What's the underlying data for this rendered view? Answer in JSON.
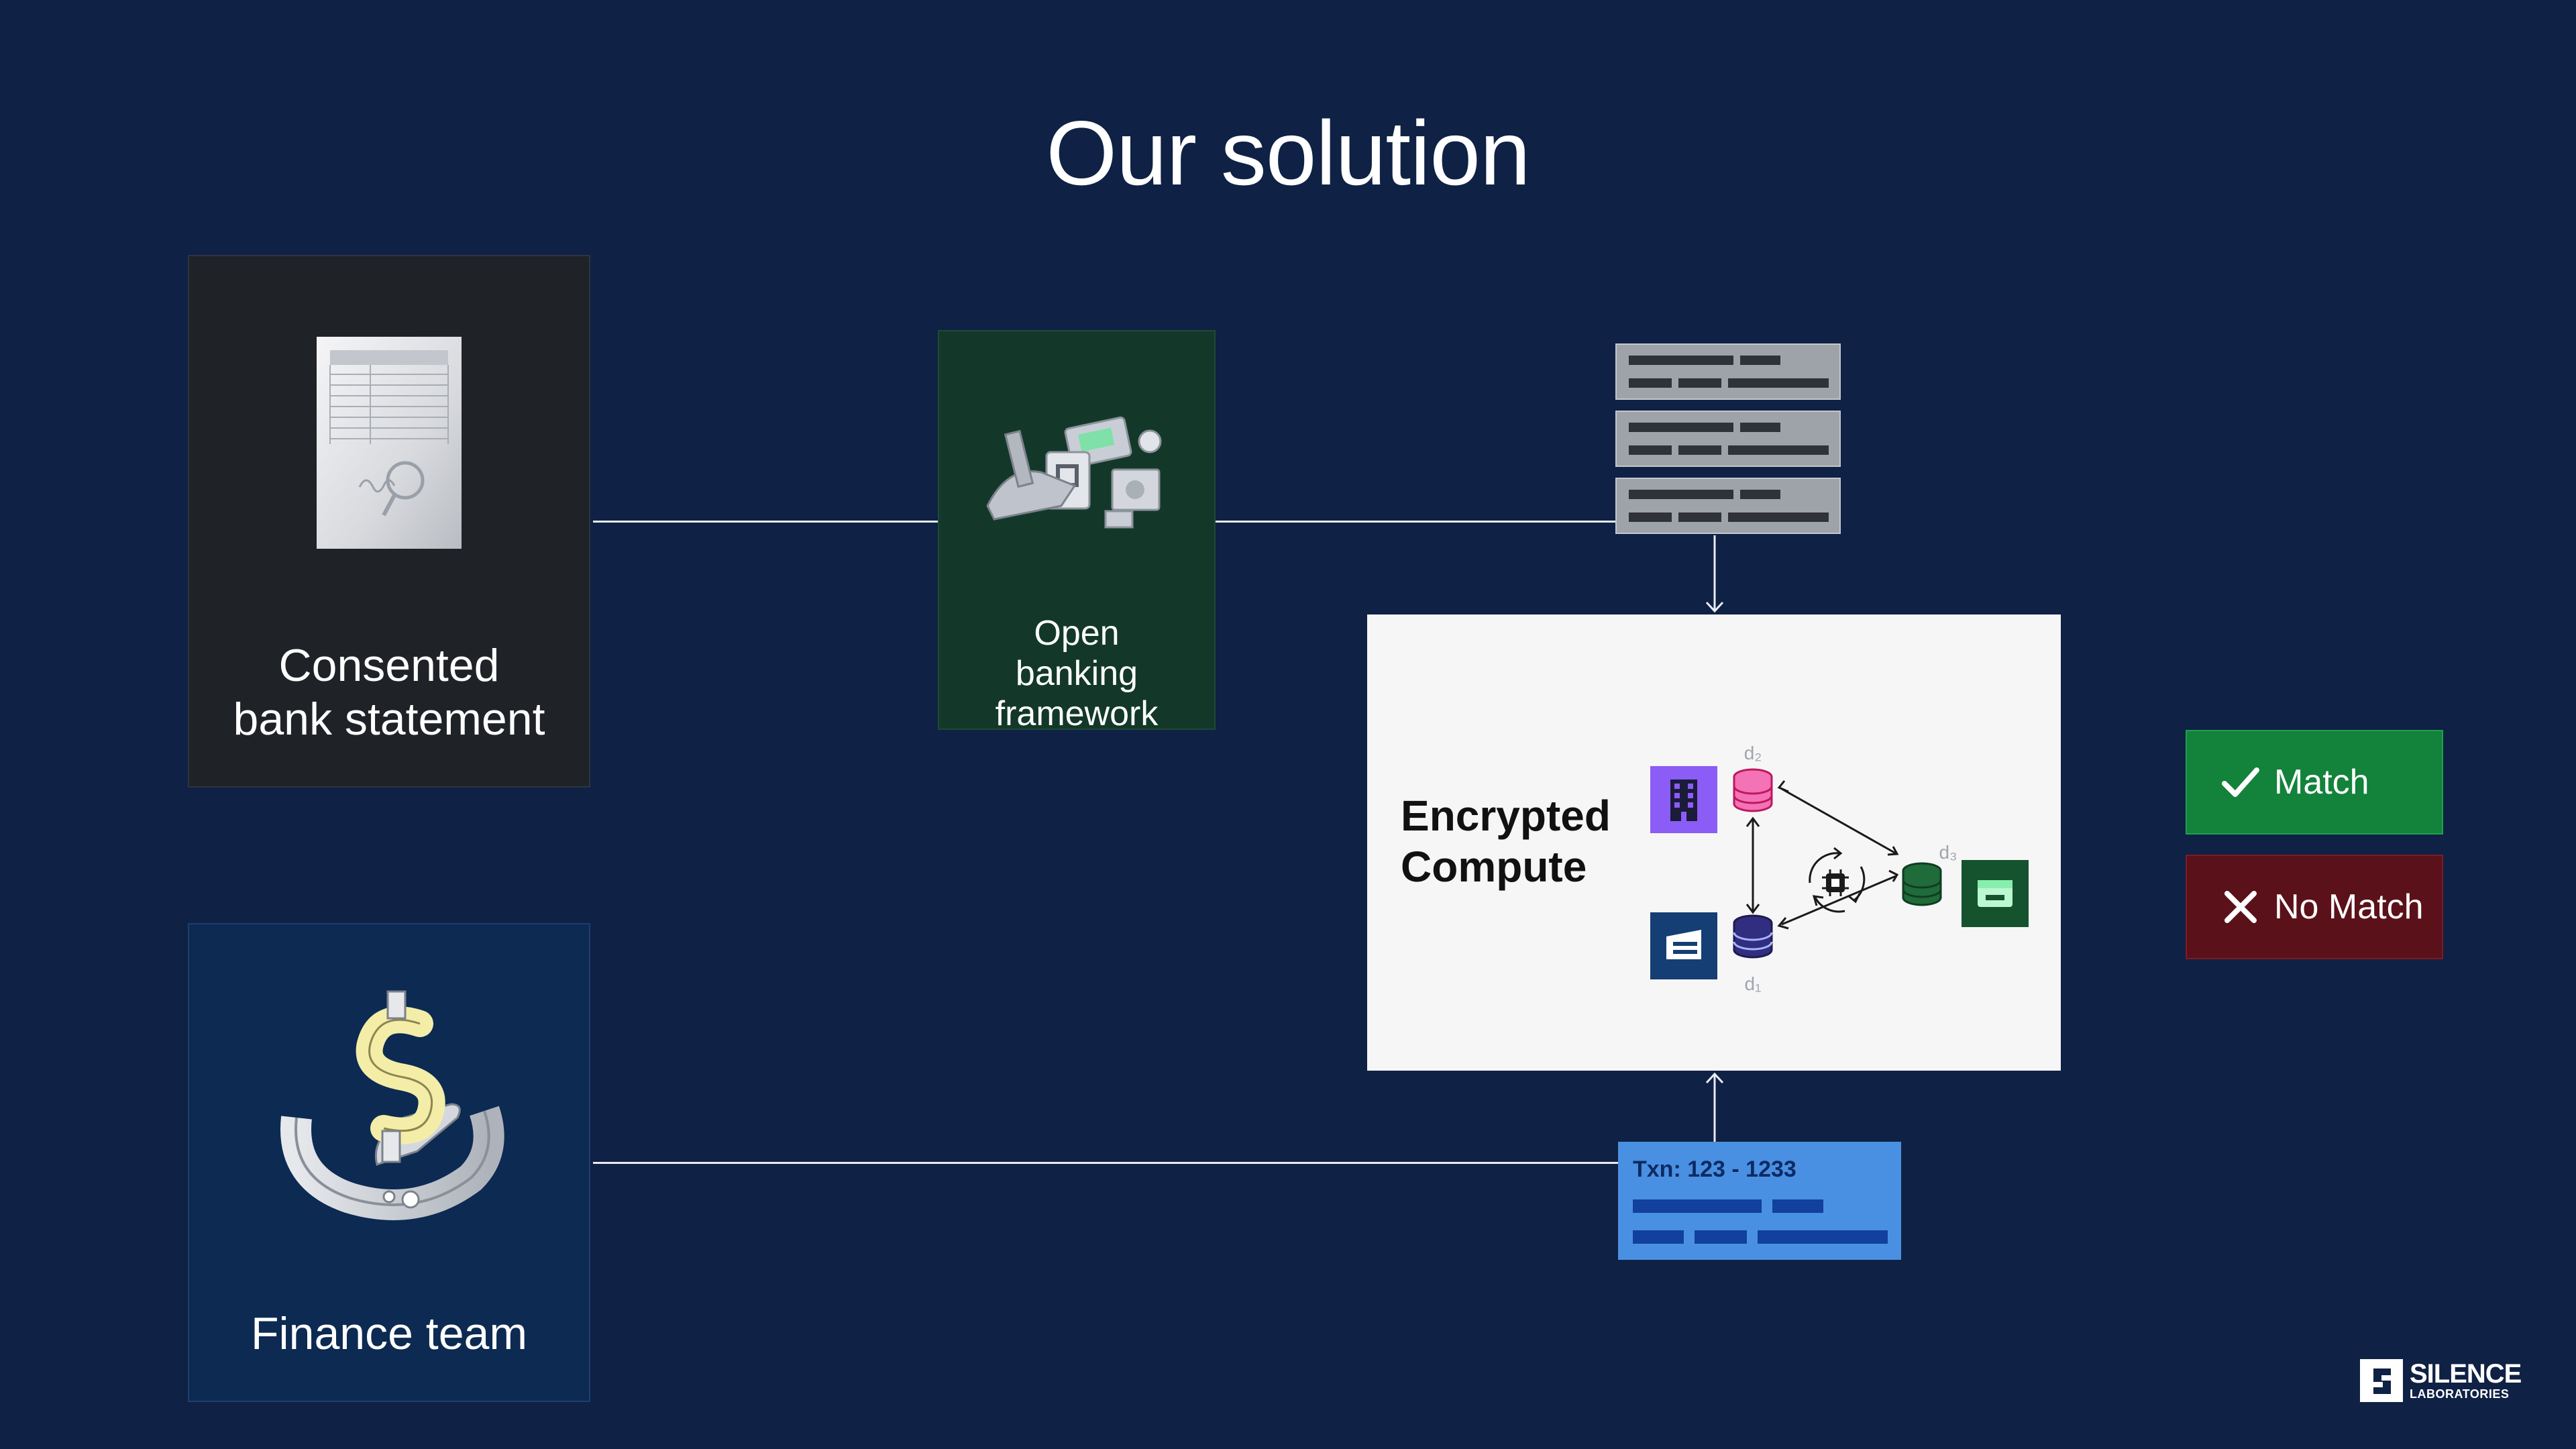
{
  "slide": {
    "title": "Our solution"
  },
  "cards": {
    "bank_statement": "Consented bank statement",
    "open_banking": "Open banking framework",
    "finance_team": "Finance team"
  },
  "compute": {
    "title": "Encrypted Compute",
    "nodes": {
      "d1": "d₁",
      "d2": "d₂",
      "d3": "d₃"
    }
  },
  "results": {
    "match_label": "Match",
    "no_match_label": "No Match"
  },
  "transaction": {
    "label": "Txn: 123 - 1233"
  },
  "brand": {
    "name": "SILENCE",
    "sub": "LABORATORIES"
  },
  "colors": {
    "background": "#0f2144",
    "match": "#13823a",
    "no_match": "#5b1119",
    "txn_card": "#4a90e2",
    "open_banking": "#13382a"
  },
  "icons": {
    "bank_statement": "document-signature-icon",
    "open_banking": "payment-methods-icon",
    "finance_team": "dollar-hand-icon",
    "match": "check-icon",
    "no_match": "close-icon"
  }
}
